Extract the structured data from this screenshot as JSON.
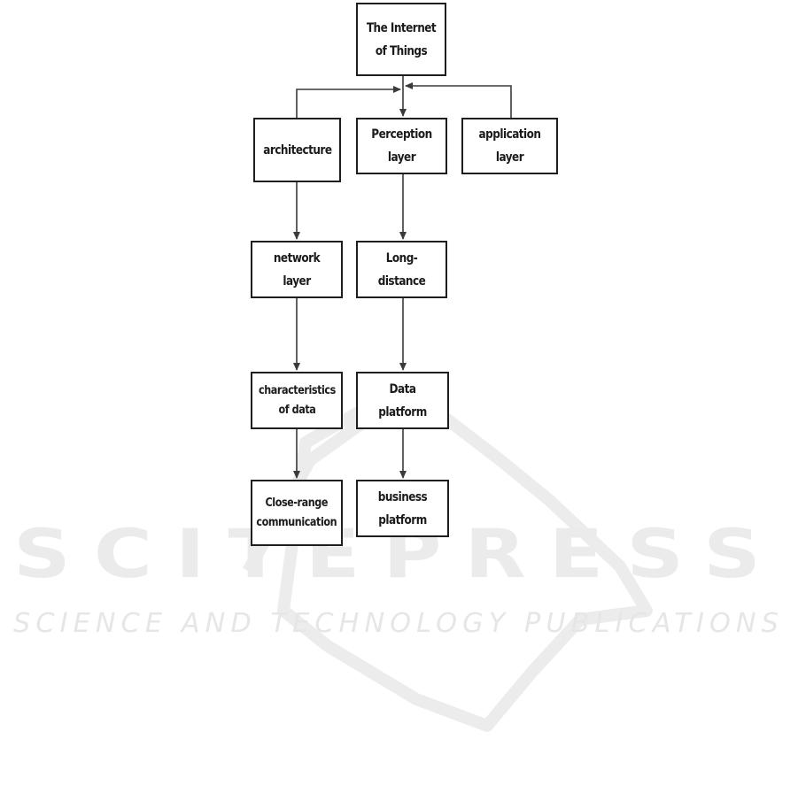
{
  "diagram": {
    "nodes": {
      "iot": "The Internet of Things",
      "architecture": "architecture",
      "perception": "Perception layer",
      "application": "application layer",
      "network": "network layer",
      "long_distance": "Long-distance",
      "characteristics": "characteristics of data",
      "data_platform": "Data platform",
      "close_range": "Close-range communication",
      "business": "business platform"
    },
    "edges": [
      {
        "from": "iot",
        "to": "perception"
      },
      {
        "from": "architecture",
        "to": "iot"
      },
      {
        "from": "application",
        "to": "iot"
      },
      {
        "from": "architecture",
        "to": "network"
      },
      {
        "from": "network",
        "to": "characteristics"
      },
      {
        "from": "characteristics",
        "to": "close_range"
      },
      {
        "from": "perception",
        "to": "long_distance"
      },
      {
        "from": "long_distance",
        "to": "data_platform"
      },
      {
        "from": "data_platform",
        "to": "business"
      }
    ],
    "colors": {
      "line": "#3a3a3a",
      "box_border": "#1e1e1e",
      "watermark": "#ececec"
    }
  },
  "watermark": {
    "title": "SCITEPRESS",
    "subtitle": "SCIENCE AND TECHNOLOGY PUBLICATIONS"
  }
}
